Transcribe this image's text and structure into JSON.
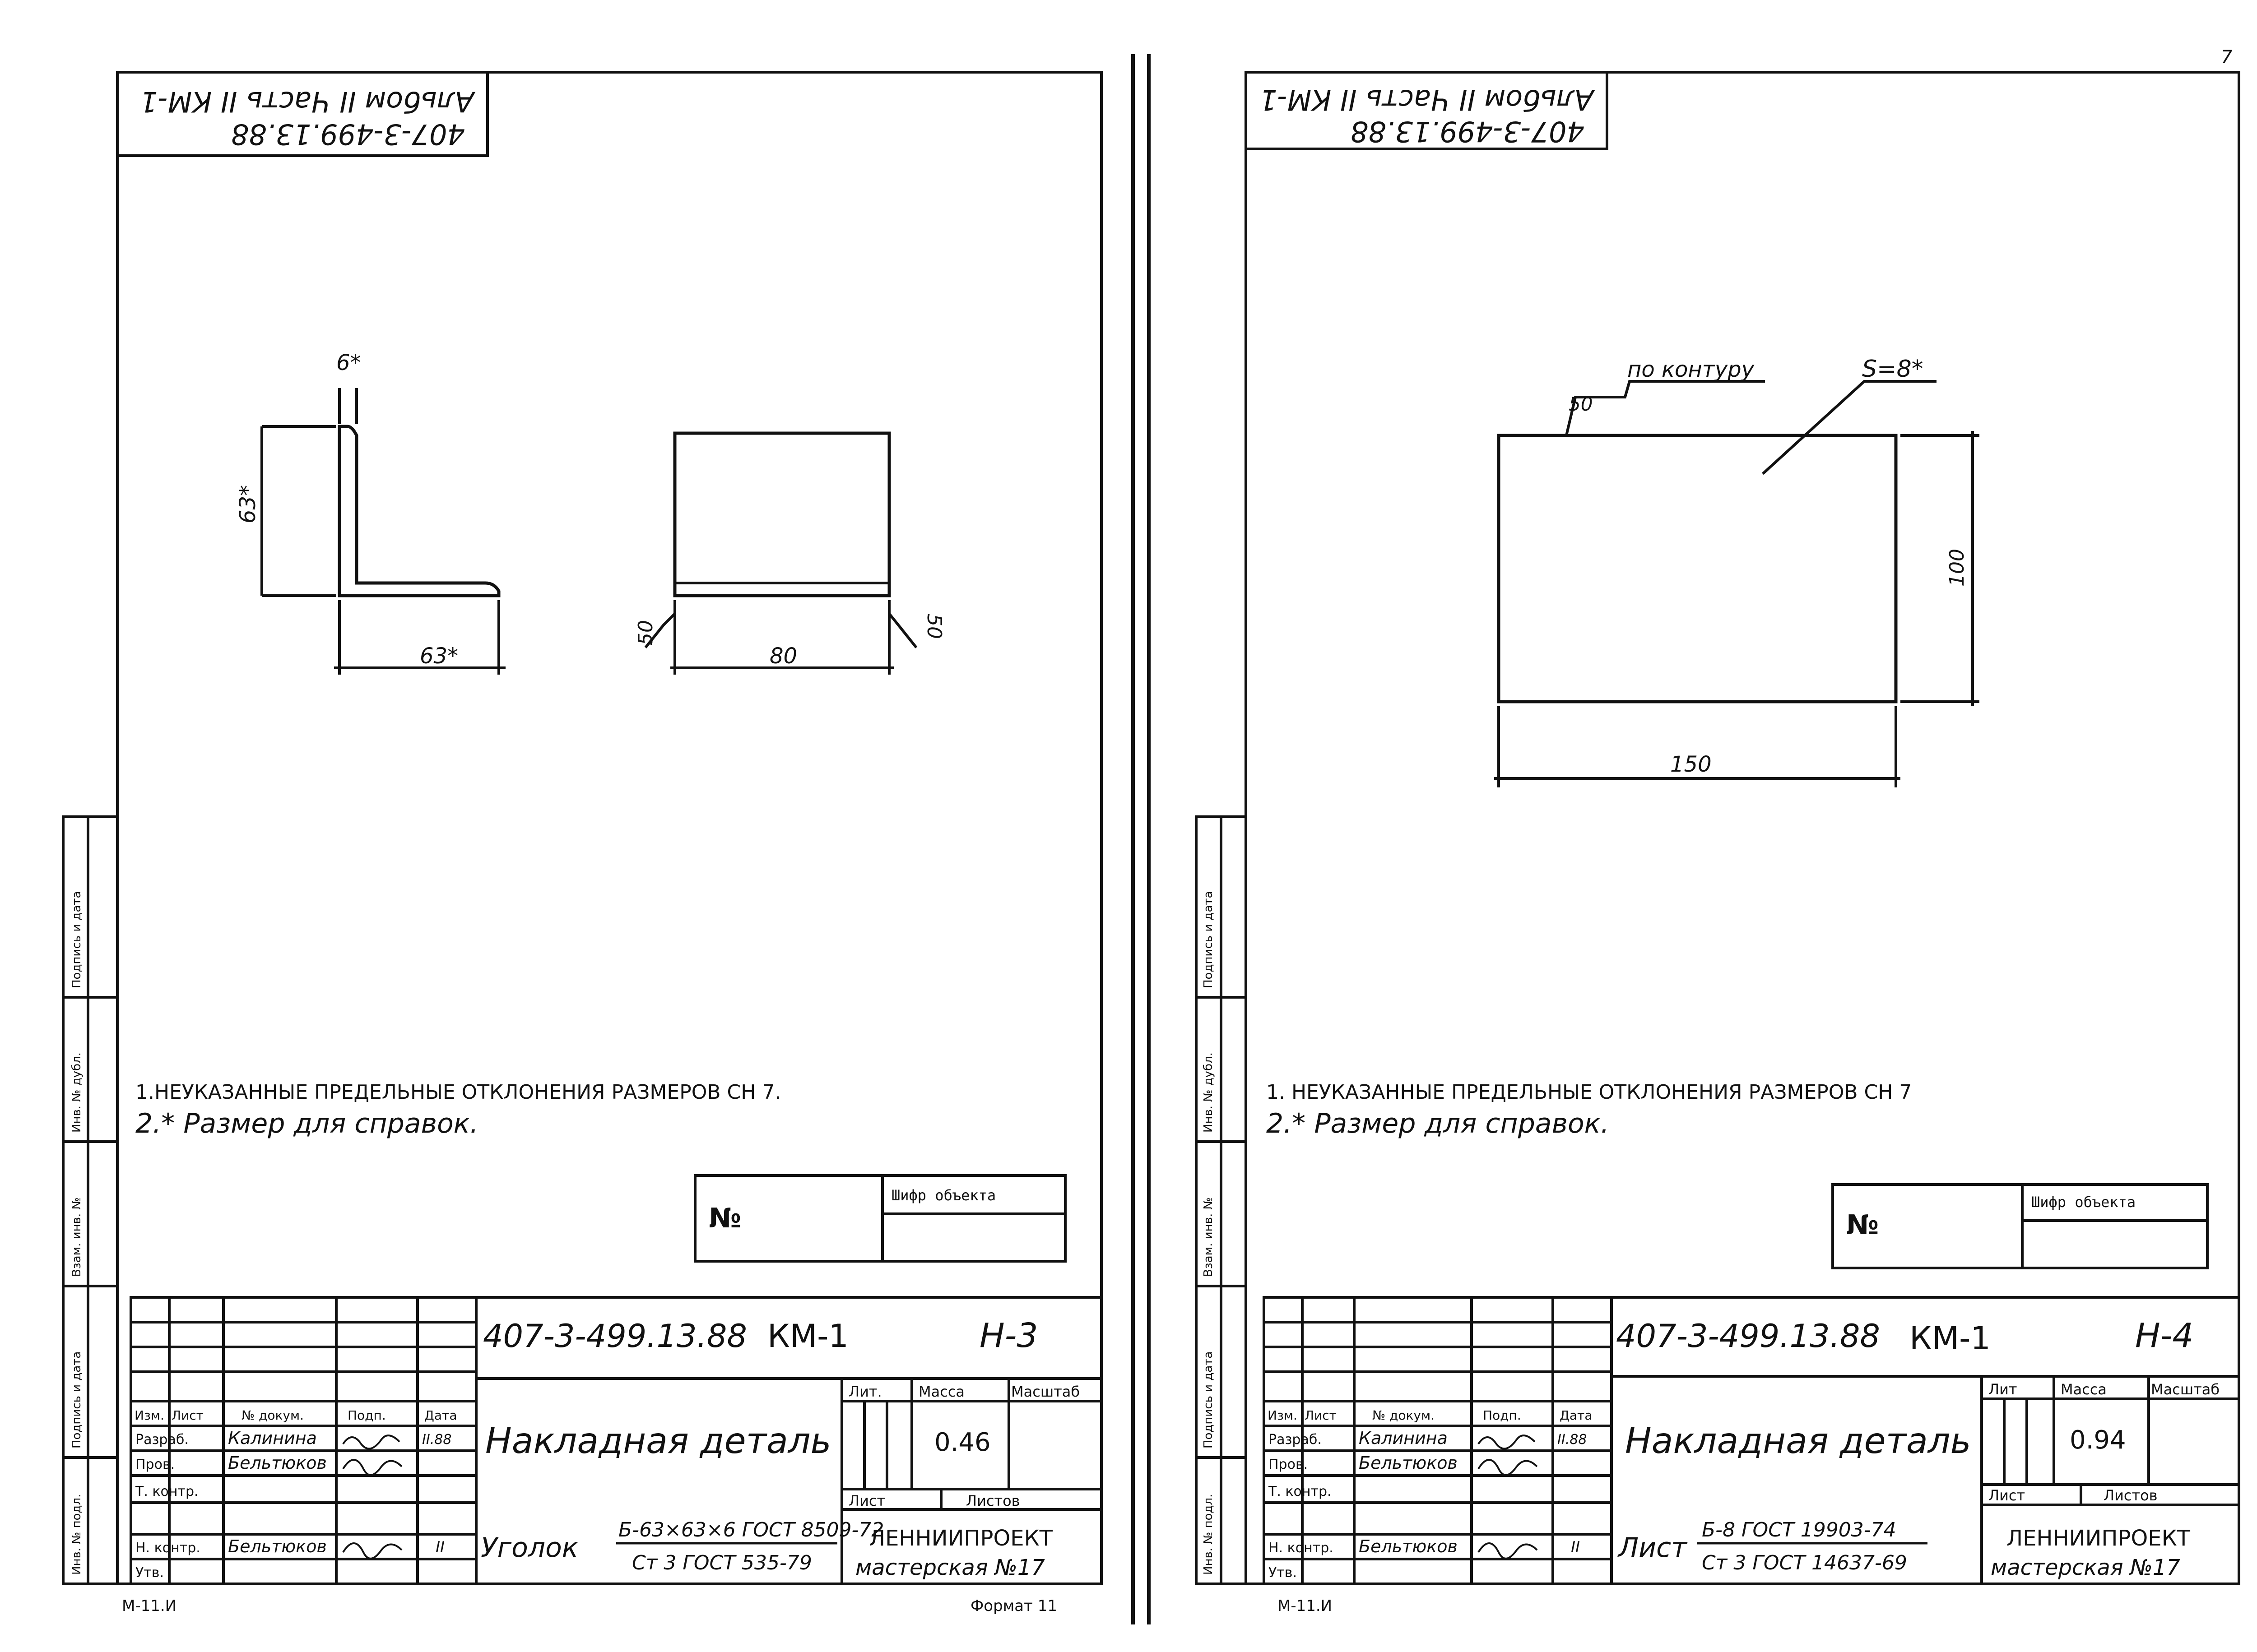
{
  "page_number": "7",
  "sheets": [
    {
      "album_stamp_line1": "Альбом II Часть II КМ-1",
      "album_stamp_line2": "407-3-499.13.88",
      "dims": {
        "angle_thickness": "6*",
        "angle_height": "63*",
        "angle_width": "63*",
        "weld_left": "50",
        "weld_right": "50",
        "plate_length": "80"
      },
      "notes": [
        "1.НЕУКАЗАННЫЕ ПРЕДЕЛЬНЫЕ ОТКЛОНЕНИЯ РАЗМЕРОВ  СН 7.",
        "2.* Размер для справок."
      ],
      "object_box": {
        "no_label": "№",
        "cipher_label": "Шифр объекта"
      },
      "title_block": {
        "code": "407-3-499.13.88",
        "part": "КМ-1",
        "sheet_id": "Н-3",
        "name": "Накладная деталь",
        "col_lit": "Лит.",
        "col_mass": "Масса",
        "col_scale": "Масштаб",
        "mass": "0.46",
        "col_sheet": "Лист",
        "col_sheets": "Листов",
        "material_prefix": "Уголок",
        "material_line1": "Б-63×63×6 ГОСТ 8509-72",
        "material_line2": "Ст 3 ГОСТ 535-79",
        "org_line1": "ЛЕННИИПРОЕКТ",
        "org_line2": "мастерская №17",
        "head_izm": "Изм.",
        "head_list": "Лист",
        "head_doc": "№ докум.",
        "head_sign": "Подп.",
        "head_date": "Дата",
        "r1_role": "Разраб.",
        "r1_name": "Калинина",
        "r1_date": "II.88",
        "r2_role": "Пров.",
        "r2_name": "Бельтюков",
        "r3_role": "Т. контр.",
        "r4_role": "Н. контр.",
        "r4_name": "Бельтюков",
        "r4_date": "II",
        "r5_role": "Утв."
      },
      "side_stamp": [
        "Инв. № подл.",
        "Подпись и дата",
        "Взам. инв. №",
        "Инв. № дубл.",
        "Подпись и дата"
      ],
      "footer_left": "М-11.И",
      "footer_right": "Формат 11"
    },
    {
      "album_stamp_line1": "Альбом II Часть II КМ-1",
      "album_stamp_line2": "407-3-499.13.88",
      "dims": {
        "weld_note": "по контуру",
        "weld_size": "50",
        "thickness": "S=8*",
        "height": "100",
        "width": "150"
      },
      "notes": [
        "1. НЕУКАЗАННЫЕ ПРЕДЕЛЬНЫЕ ОТКЛОНЕНИЯ РАЗМЕРОВ  СН 7",
        "2.* Размер для справок."
      ],
      "object_box": {
        "no_label": "№",
        "cipher_label": "Шифр объекта"
      },
      "title_block": {
        "code": "407-3-499.13.88",
        "part": "КМ-1",
        "sheet_id": "Н-4",
        "name": "Накладная деталь",
        "col_lit": "Лит",
        "col_mass": "Масса",
        "col_scale": "Масштаб",
        "mass": "0.94",
        "col_sheet": "Лист",
        "col_sheets": "Листов",
        "material_prefix": "Лист",
        "material_line1": "Б-8 ГОСТ 19903-74",
        "material_line2": "Ст 3 ГОСТ 14637-69",
        "org_line1": "ЛЕННИИПРОЕКТ",
        "org_line2": "мастерская №17",
        "head_izm": "Изм.",
        "head_list": "Лист",
        "head_doc": "№ докум.",
        "head_sign": "Подп.",
        "head_date": "Дата",
        "r1_role": "Разраб.",
        "r1_name": "Калинина",
        "r1_date": "II.88",
        "r2_role": "Пров.",
        "r2_name": "Бельтюков",
        "r3_role": "Т. контр.",
        "r4_role": "Н. контр.",
        "r4_name": "Бельтюков",
        "r4_date": "II",
        "r5_role": "Утв."
      },
      "side_stamp": [
        "Инв. № подл.",
        "Подпись и дата",
        "Взам. инв. №",
        "Инв. № дубл.",
        "Подпись и дата"
      ],
      "footer_left": "М-11.И"
    }
  ]
}
